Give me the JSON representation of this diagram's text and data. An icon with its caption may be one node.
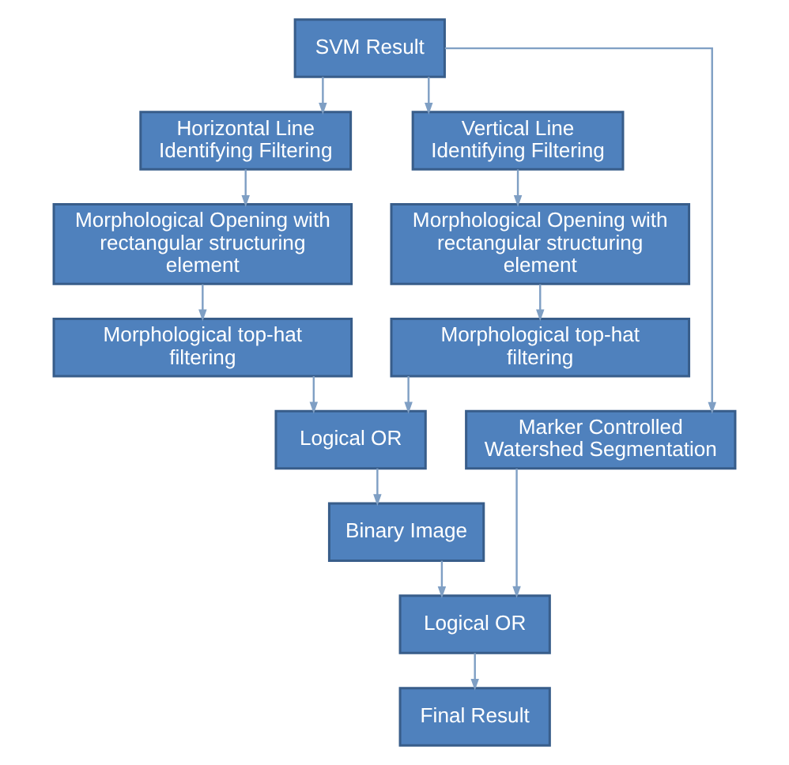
{
  "diagram": {
    "nodes": [
      {
        "text": [
          "SVM Result"
        ]
      },
      {
        "text": [
          "Horizontal Line Identifying Filtering"
        ]
      },
      {
        "text": [
          "Vertical Line Identifying Filtering"
        ]
      },
      {
        "text": [
          "Morphological Opening with rectangular structuring element"
        ]
      },
      {
        "text": [
          "Morphological Opening with rectangular structuring element"
        ]
      },
      {
        "text": [
          "Morphological top-hat filtering"
        ]
      },
      {
        "text": [
          "Morphological top-hat filtering"
        ]
      },
      {
        "text": [
          "Logical OR"
        ]
      },
      {
        "text": [
          "Marker Controlled Watershed Segmentation"
        ]
      },
      {
        "text": [
          "Binary Image"
        ]
      },
      {
        "text": [
          "Logical OR"
        ]
      },
      {
        "text": [
          "Final Result"
        ]
      }
    ],
    "edges": [
      {
        "from": 0,
        "to": 1,
        "arrow": "to"
      },
      {
        "from": 0,
        "to": 2,
        "arrow": "to"
      },
      {
        "from": 1,
        "to": 3,
        "arrow": "to"
      },
      {
        "from": 2,
        "to": 4,
        "arrow": "to"
      },
      {
        "from": 3,
        "to": 5,
        "arrow": "to"
      },
      {
        "from": 4,
        "to": 6,
        "arrow": "to"
      },
      {
        "from": 5,
        "to": 7,
        "arrow": "to"
      },
      {
        "from": 6,
        "to": 7,
        "arrow": "to"
      },
      {
        "from": 0,
        "to": 8,
        "arrow": "to"
      },
      {
        "from": 7,
        "to": 9,
        "arrow": "to"
      },
      {
        "from": 9,
        "to": 10,
        "arrow": "to"
      },
      {
        "from": 8,
        "to": 10,
        "arrow": "to"
      },
      {
        "from": 10,
        "to": 11,
        "arrow": "to"
      }
    ]
  }
}
